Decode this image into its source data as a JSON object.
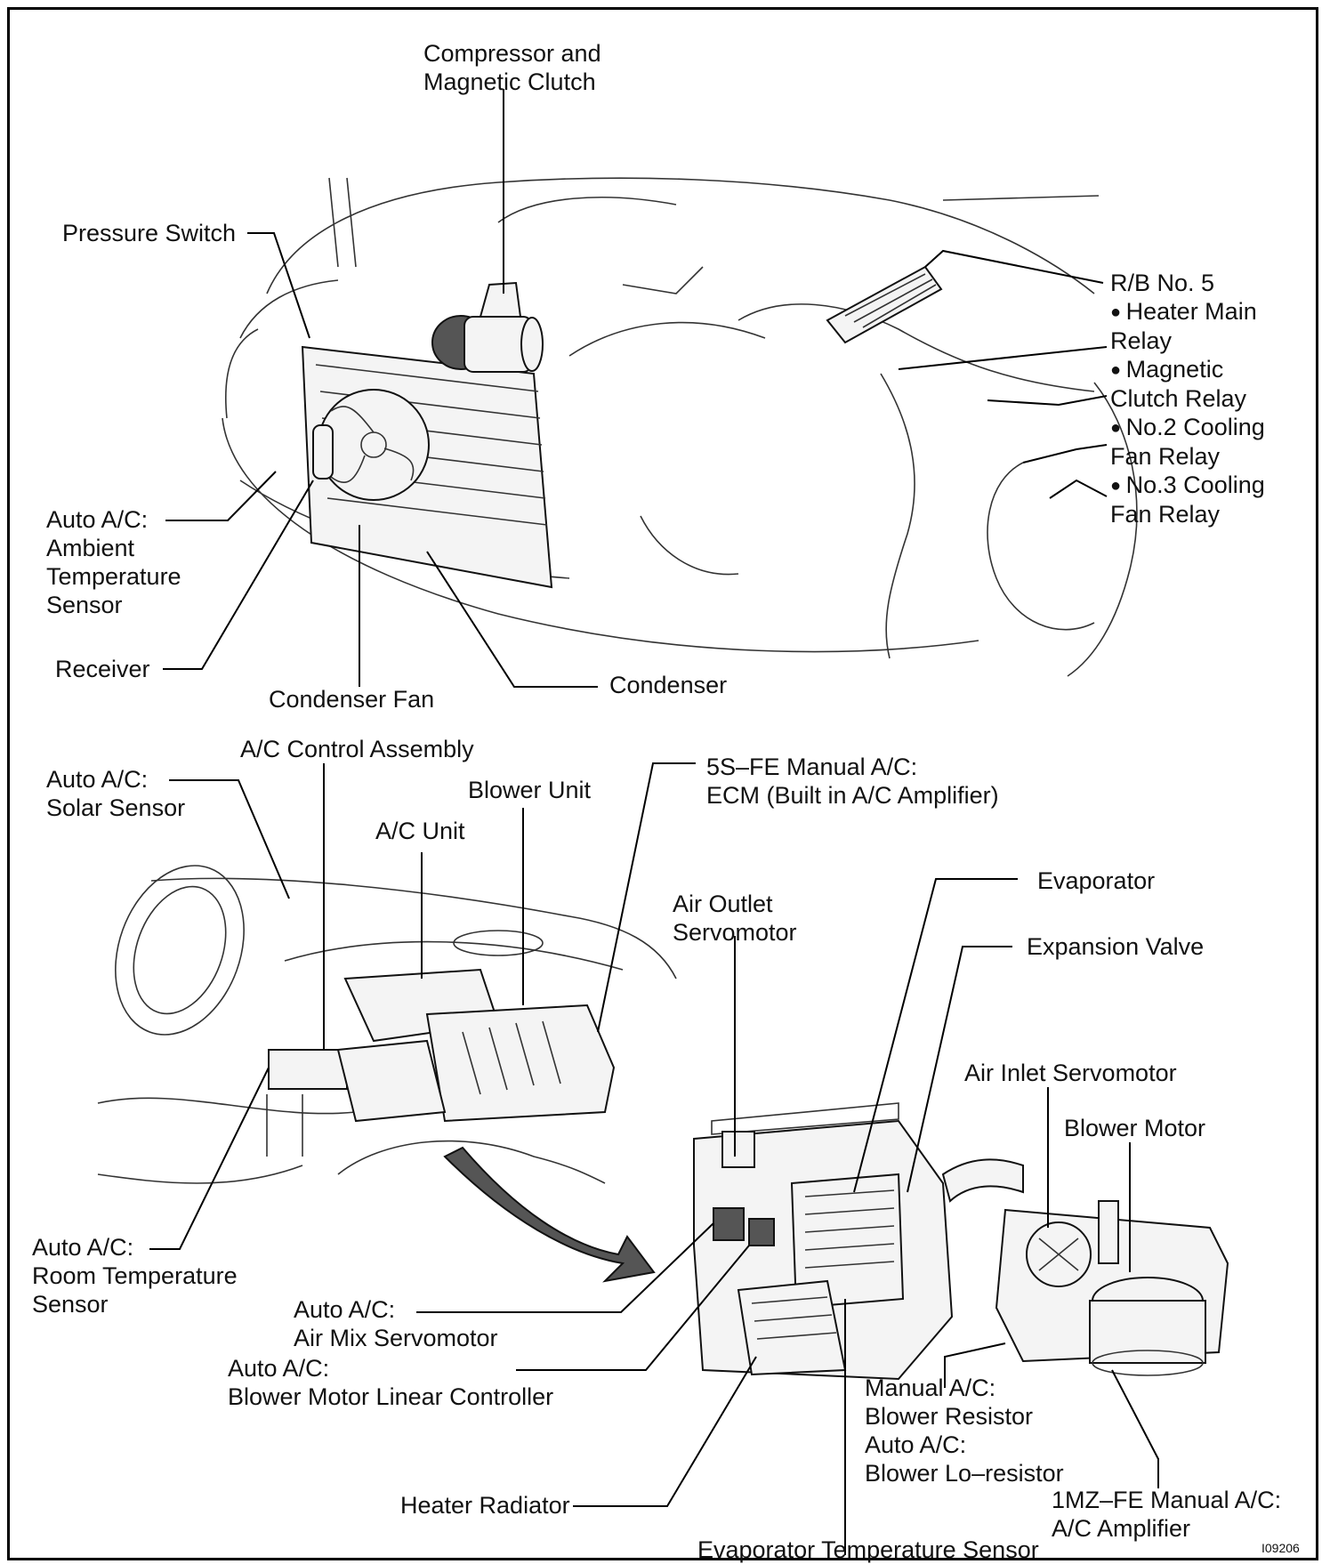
{
  "figure_code": "I09206",
  "top": {
    "compressor": [
      "Compressor and",
      "Magnetic Clutch"
    ],
    "pressure_switch": "Pressure Switch",
    "rb_no5": [
      "R/B No. 5",
      "Heater Main",
      "Relay",
      "Magnetic",
      "Clutch Relay",
      "No.2 Cooling",
      "Fan Relay",
      "No.3 Cooling",
      "Fan Relay"
    ],
    "ambient_sensor": [
      "Auto A/C:",
      "Ambient",
      "Temperature",
      "Sensor"
    ],
    "receiver": "Receiver",
    "condenser_fan": "Condenser Fan",
    "condenser": "Condenser"
  },
  "bottom": {
    "control_assembly": "A/C Control Assembly",
    "solar_sensor": [
      "Auto A/C:",
      "Solar Sensor"
    ],
    "blower_unit": "Blower Unit",
    "ecm": [
      "5S–FE Manual A/C:",
      "ECM (Built in A/C Amplifier)"
    ],
    "ac_unit": "A/C Unit",
    "evaporator": "Evaporator",
    "air_outlet": [
      "Air Outlet",
      "Servomotor"
    ],
    "expansion_valve": "Expansion Valve",
    "air_inlet": "Air Inlet Servomotor",
    "blower_motor": "Blower Motor",
    "room_sensor": [
      "Auto A/C:",
      "Room Temperature",
      "Sensor"
    ],
    "air_mix": [
      "Auto A/C:",
      "Air Mix Servomotor"
    ],
    "linear_controller": [
      "Auto A/C:",
      "Blower Motor Linear Controller"
    ],
    "resistor": [
      "Manual A/C:",
      "Blower Resistor",
      "Auto A/C:",
      "Blower Lo–resistor"
    ],
    "heater_radiator": "Heater Radiator",
    "amplifier": [
      "1MZ–FE Manual A/C:",
      "A/C Amplifier"
    ],
    "evap_temp_sensor": "Evaporator Temperature Sensor"
  }
}
